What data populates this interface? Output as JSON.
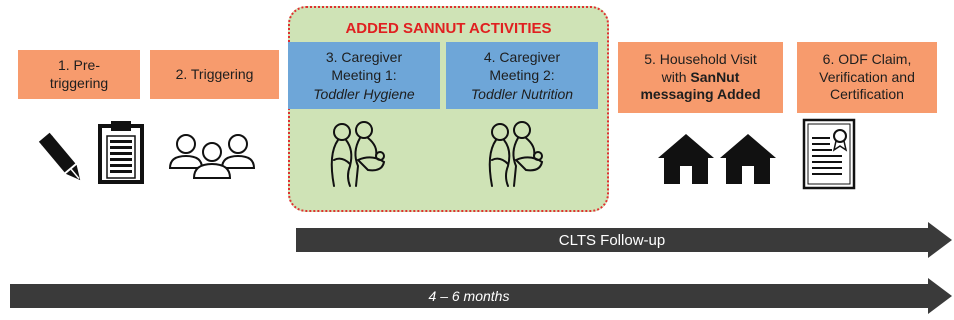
{
  "panel": {
    "title": "ADDED SANNUT ACTIVITIES"
  },
  "steps": [
    {
      "label": "1. Pre-triggering"
    },
    {
      "label": "2. Triggering"
    },
    {
      "line1": "3. Caregiver",
      "line2": "Meeting 1:",
      "line3": "Toddler Hygiene"
    },
    {
      "line1": "4. Caregiver",
      "line2": "Meeting 2:",
      "line3": "Toddler Nutrition"
    },
    {
      "line1": "5. Household Visit",
      "line2a": "with ",
      "line2b": "SanNut",
      "line3": "messaging Added"
    },
    {
      "label": "6. ODF Claim, Verification and Certification"
    }
  ],
  "arrows": {
    "followup": "CLTS Follow-up",
    "duration": "4 – 6 months"
  },
  "colors": {
    "orange": "#f79b6d",
    "blue": "#6ea6d8",
    "green": "#cfe3b6",
    "red": "#e02020",
    "arrow": "#3a3a3a"
  },
  "icons": [
    "pencil-icon",
    "clipboard-icon",
    "group-icon",
    "caregiver-toddler-icon",
    "caregiver-toddler-icon",
    "house-icon",
    "house-icon",
    "certificate-icon"
  ]
}
